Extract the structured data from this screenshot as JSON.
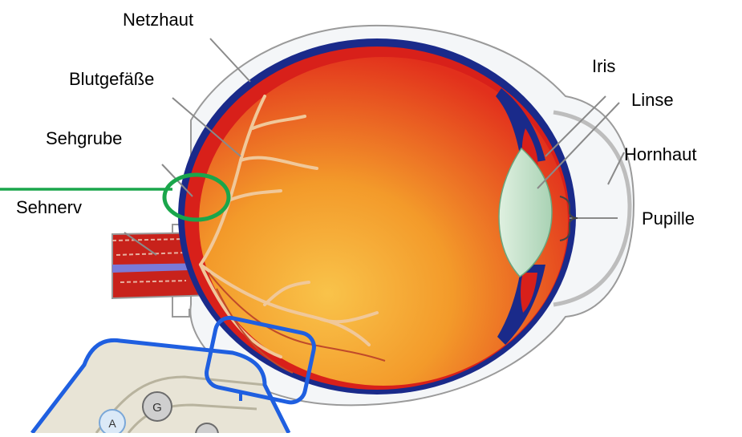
{
  "labels": {
    "netzhaut": "Netzhaut",
    "blutgefaesse": "Blutgefäße",
    "sehgrube": "Sehgrube",
    "sehnerv": "Sehnerv",
    "iris": "Iris",
    "linse": "Linse",
    "hornhaut": "Hornhaut",
    "pupille": "Pupille"
  },
  "inset": {
    "key_a": "A",
    "key_g": "G"
  },
  "colors": {
    "sclera_outline": "#9a9a9a",
    "choroid": "#1a2a8a",
    "retina_red": "#d8201a",
    "vitreous_center": "#f5a623",
    "lens": "#cfe6d2",
    "highlight_green": "#1aa64b",
    "highlight_blue": "#1f5fe0",
    "vessels": "#f0c89a"
  }
}
